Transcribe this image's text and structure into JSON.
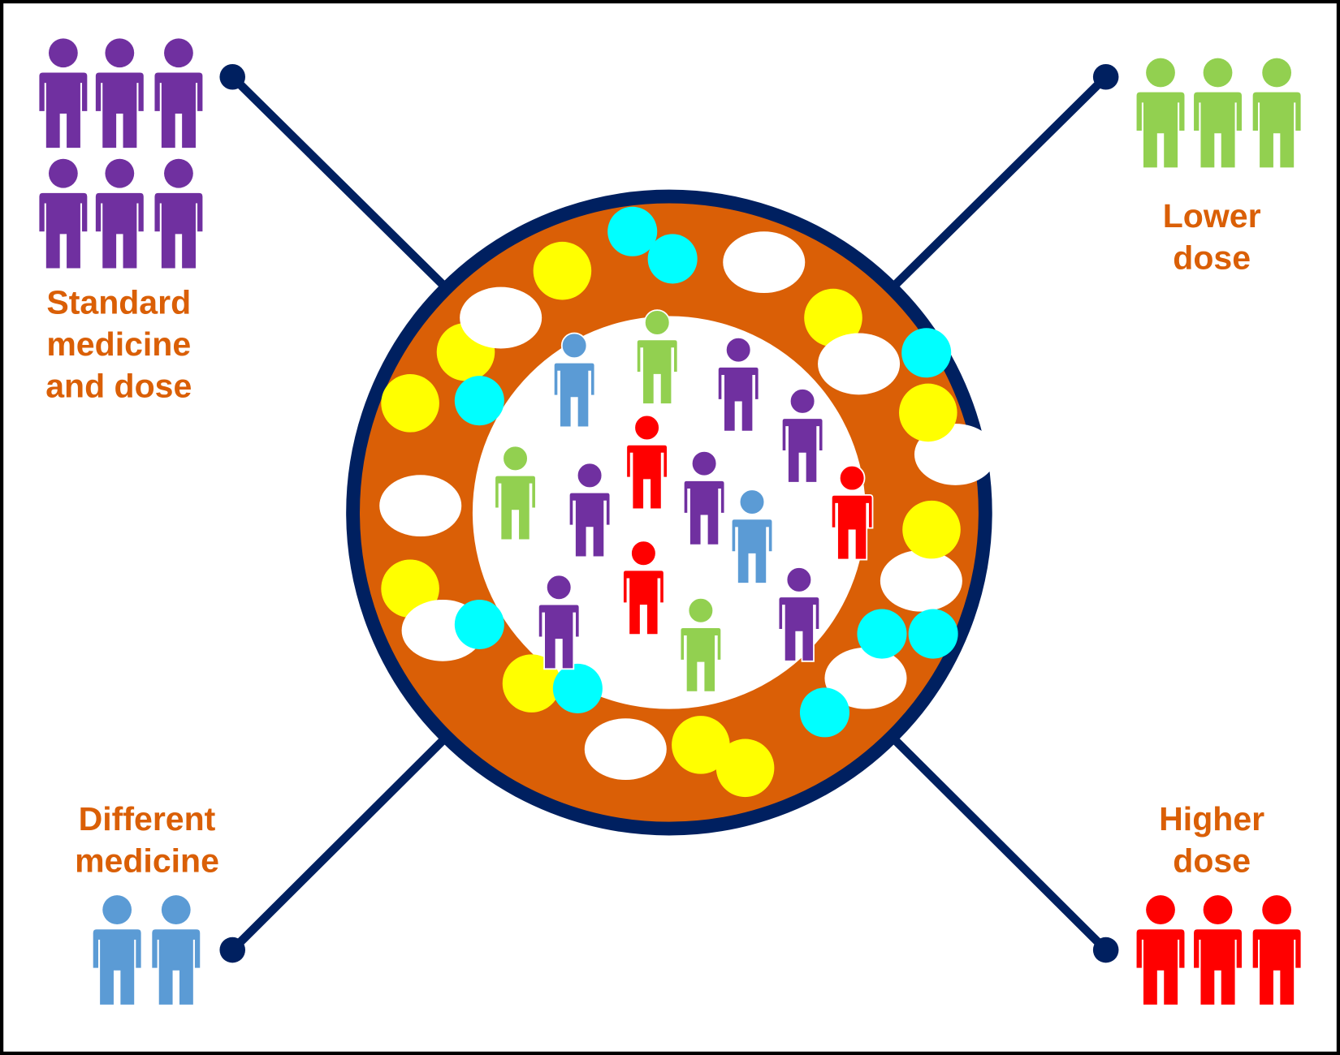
{
  "colors": {
    "standard": "#7030A0",
    "lower": "#92D050",
    "different": "#5B9BD5",
    "higher": "#FF0000",
    "ring": "#DA5F06",
    "outline": "#002060",
    "label": "#DA5F06",
    "yellow_dot": "#FFFF00",
    "cyan_dot": "#00FFFF"
  },
  "groups": {
    "standard": {
      "line1": "Standard",
      "line2": "medicine",
      "line3": "and dose",
      "count": 6
    },
    "lower": {
      "line1": "Lower",
      "line2": "dose",
      "count": 3
    },
    "different": {
      "line1": "Different",
      "line2": "medicine",
      "count": 2
    },
    "higher": {
      "line1": "Higher",
      "line2": "dose",
      "count": 3
    }
  },
  "center_population": {
    "standard": 6,
    "lower": 3,
    "different": 2,
    "higher": 3
  }
}
